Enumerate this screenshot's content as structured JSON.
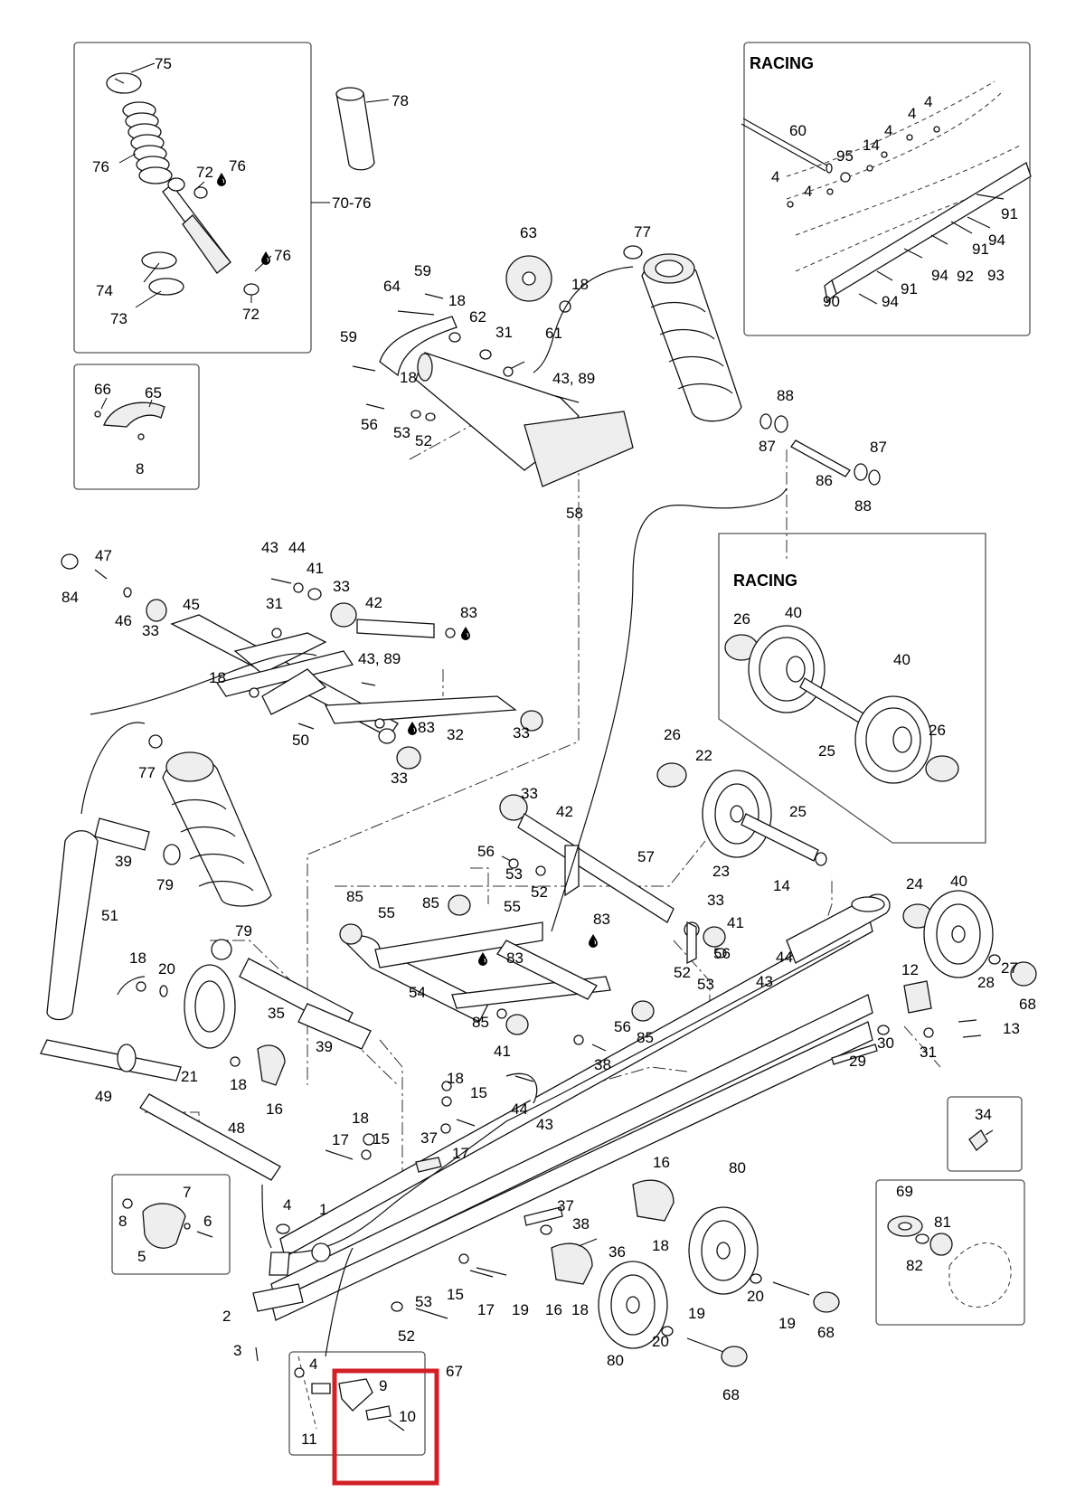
{
  "colors": {
    "highlight": "#d32027",
    "line": "#111111",
    "background": "#ffffff"
  },
  "panels": {
    "racing_top": {
      "title": "RACING"
    },
    "racing_mid": {
      "title": "RACING"
    }
  },
  "icons": [
    "grease-drop-icon",
    "highlight-box"
  ],
  "callouts": {
    "c75": "75",
    "c78": "78",
    "c76a": "76",
    "c72a": "72",
    "c76b": "76",
    "c7076": "70-76",
    "c76c": "76",
    "c74": "74",
    "c73": "73",
    "c72b": "72",
    "c66": "66",
    "c65": "65",
    "c8a": "8",
    "c60": "60",
    "c95": "95",
    "c14a": "14",
    "c4a": "4",
    "c4b": "4",
    "c4c": "4",
    "c4d": "4",
    "c4e": "4",
    "c91a": "91",
    "c94a": "94",
    "c91b": "91",
    "c94b": "94",
    "c92": "92",
    "c93": "93",
    "c91c": "91",
    "c90": "90",
    "c94c": "94",
    "c63": "63",
    "c77a": "77",
    "c59a": "59",
    "c64": "64",
    "c18a": "18",
    "c18b": "18",
    "c62": "62",
    "c31a": "31",
    "c61": "61",
    "c59b": "59",
    "c18c": "18",
    "c4389a": "43, 89",
    "c56a": "56",
    "c53a": "53",
    "c52a": "52",
    "c58": "58",
    "c88a": "88",
    "c87a": "87",
    "c86": "86",
    "c87b": "87",
    "c88b": "88",
    "c47": "47",
    "c84": "84",
    "c46": "46",
    "c33a": "33",
    "c45": "45",
    "c43a": "43",
    "c44a": "44",
    "c41a": "41",
    "c33b": "33",
    "c42a": "42",
    "c31b": "31",
    "c83a": "83",
    "c4389b": "43, 89",
    "c18d": "18",
    "c50": "50",
    "c83b": "83",
    "c32": "32",
    "c33c": "33",
    "c33d": "33",
    "c26a": "26",
    "c40a": "40",
    "c40b": "40",
    "c25a": "25",
    "c26b": "26",
    "c77b": "77",
    "c39a": "39",
    "c79a": "79",
    "c51": "51",
    "c26c": "26",
    "c22": "22",
    "c25b": "25",
    "c23": "23",
    "c33e": "33",
    "c42b": "42",
    "c56b": "56",
    "c53b": "53",
    "c52b": "52",
    "c57": "57",
    "c85a": "85",
    "c55a": "55",
    "c85b": "85",
    "c55b": "55",
    "c83c": "83",
    "c83d": "83",
    "c54": "54",
    "c85c": "85",
    "c33f": "33",
    "c41b": "41",
    "c56c": "56",
    "c52c": "52",
    "c53c": "53",
    "c44b": "44",
    "c43b": "43",
    "c85d": "85",
    "c56d": "56",
    "c38a": "38",
    "c14b": "14",
    "c24": "24",
    "c40c": "40",
    "c27": "27",
    "c28": "28",
    "c68a": "68",
    "c12": "12",
    "c13": "13",
    "c29": "29",
    "c30": "30",
    "c31c": "31",
    "c79b": "79",
    "c18e": "18",
    "c20a": "20",
    "c35": "35",
    "c39b": "39",
    "c21": "21",
    "c18f": "18",
    "c16a": "16",
    "c49": "49",
    "c48": "48",
    "c41c": "41",
    "c18g": "18",
    "c15a": "15",
    "c44c": "44",
    "c43c": "43",
    "c18h": "18",
    "c17a": "17",
    "c15b": "15",
    "c37a": "37",
    "c17b": "17",
    "c34": "34",
    "c16b": "16",
    "c80a": "80",
    "c18i": "18",
    "c7": "7",
    "c8b": "8",
    "c6": "6",
    "c5": "5",
    "c1": "1",
    "c4f": "4",
    "c37b": "37",
    "c38b": "38",
    "c36": "36",
    "c20b": "20",
    "c19a": "19",
    "c68b": "68",
    "c69": "69",
    "c81": "81",
    "c82": "82",
    "c2": "2",
    "c3": "3",
    "c53d": "53",
    "c52d": "52",
    "c67": "67",
    "c15c": "15",
    "c17c": "17",
    "c19b": "19",
    "c16c": "16",
    "c18j": "18",
    "c80b": "80",
    "c19c": "19",
    "c20c": "20",
    "c68c": "68",
    "c4g": "4",
    "c9": "9",
    "c10": "10",
    "c11": "11"
  }
}
